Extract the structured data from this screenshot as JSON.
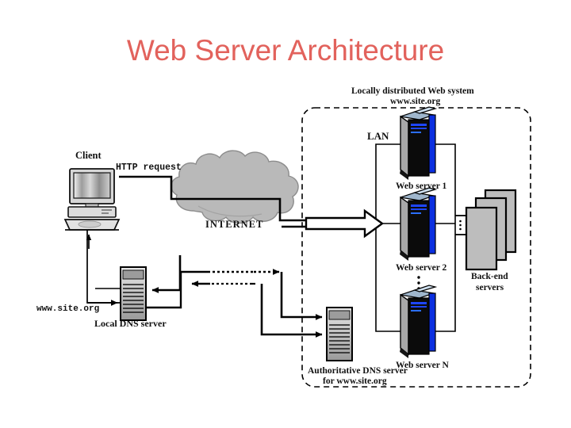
{
  "slide": {
    "title": "Web Server Architecture",
    "title_color": "#e2625c",
    "background_color": "#ffffff"
  },
  "diagram": {
    "type": "network-architecture-diagram",
    "nodes": {
      "client": {
        "label": "Client",
        "icon": "desktop-computer-icon"
      },
      "local_dns": {
        "label": "Local DNS server",
        "domain_label": "www.site.org",
        "icon": "rack-server-icon"
      },
      "internet": {
        "label": "INTERNET",
        "icon": "cloud-icon",
        "fill_color": "#b9b9b9"
      },
      "authoritative_dns": {
        "label_line1": "Authoritative DNS server",
        "label_line2": "for www.site.org",
        "icon": "rack-server-icon"
      },
      "lan": {
        "label": "LAN"
      },
      "system_box": {
        "label_line1": "Locally distributed Web system",
        "label_line2": "www.site.org",
        "border_style": "dashed"
      },
      "backend": {
        "label_line1": "Back-end",
        "label_line2": "servers",
        "icon": "stacked-boxes-icon",
        "fill_color": "#b9b9b9"
      }
    },
    "web_servers": [
      {
        "label": "Web server 1",
        "icon": "tower-server-icon"
      },
      {
        "label": "Web server 2",
        "icon": "tower-server-icon"
      },
      {
        "label": "Web server N",
        "icon": "tower-server-icon"
      }
    ],
    "edges": [
      {
        "label": "HTTP request",
        "from": "client",
        "to": "internet",
        "style": "solid"
      },
      {
        "label": "",
        "from": "client",
        "to": "local_dns",
        "style": "solid"
      },
      {
        "label": "",
        "from": "local_dns",
        "to": "internet",
        "style": "dotted"
      },
      {
        "label": "",
        "from": "internet",
        "to": "authoritative_dns",
        "style": "solid"
      },
      {
        "label": "",
        "from": "internet",
        "to": "web_servers",
        "style": "block-arrow"
      }
    ],
    "ellipsis_marks": [
      "web-server-vertical-ellipsis",
      "backend-vertical-ellipsis"
    ]
  }
}
